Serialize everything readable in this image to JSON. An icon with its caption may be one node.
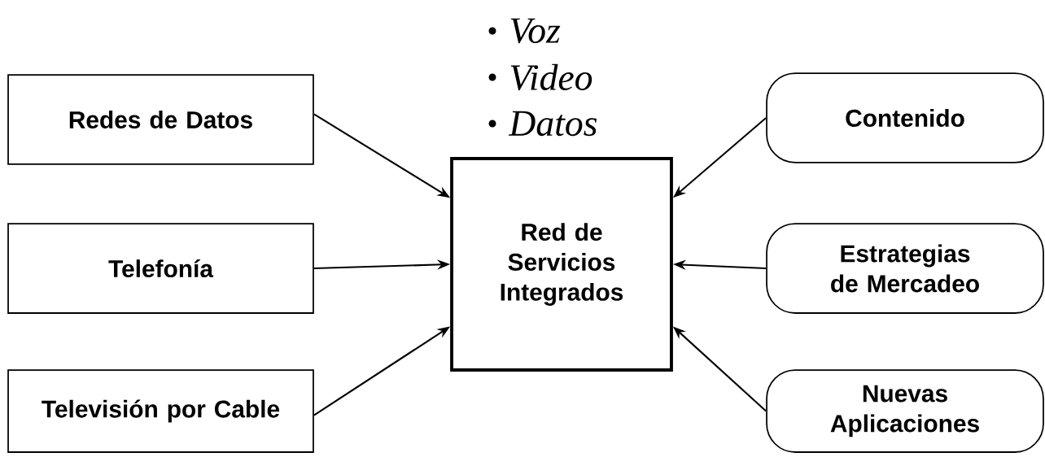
{
  "diagram": {
    "nodes": [
      {
        "text": [
          "Redes de Datos"
        ]
      },
      {
        "text": [
          "Telefonía"
        ]
      },
      {
        "text": [
          "Televisión por Cable"
        ]
      },
      {
        "text": [
          "Red de Servicios Integrados"
        ]
      },
      {
        "text": [
          "Contenido"
        ]
      },
      {
        "text": [
          "Estrategias de Mercadeo"
        ]
      },
      {
        "text": [
          "Nuevas Aplicaciones"
        ]
      }
    ],
    "edges": [
      {
        "from": 0,
        "to": 3,
        "arrow": "to"
      },
      {
        "from": 1,
        "to": 3,
        "arrow": "to"
      },
      {
        "from": 2,
        "to": 3,
        "arrow": "to"
      },
      {
        "from": 4,
        "to": 3,
        "arrow": "to"
      },
      {
        "from": 5,
        "to": 3,
        "arrow": "to"
      },
      {
        "from": 6,
        "to": 3,
        "arrow": "to"
      }
    ],
    "labels": [
      "Voz",
      "Video",
      "Datos"
    ]
  }
}
